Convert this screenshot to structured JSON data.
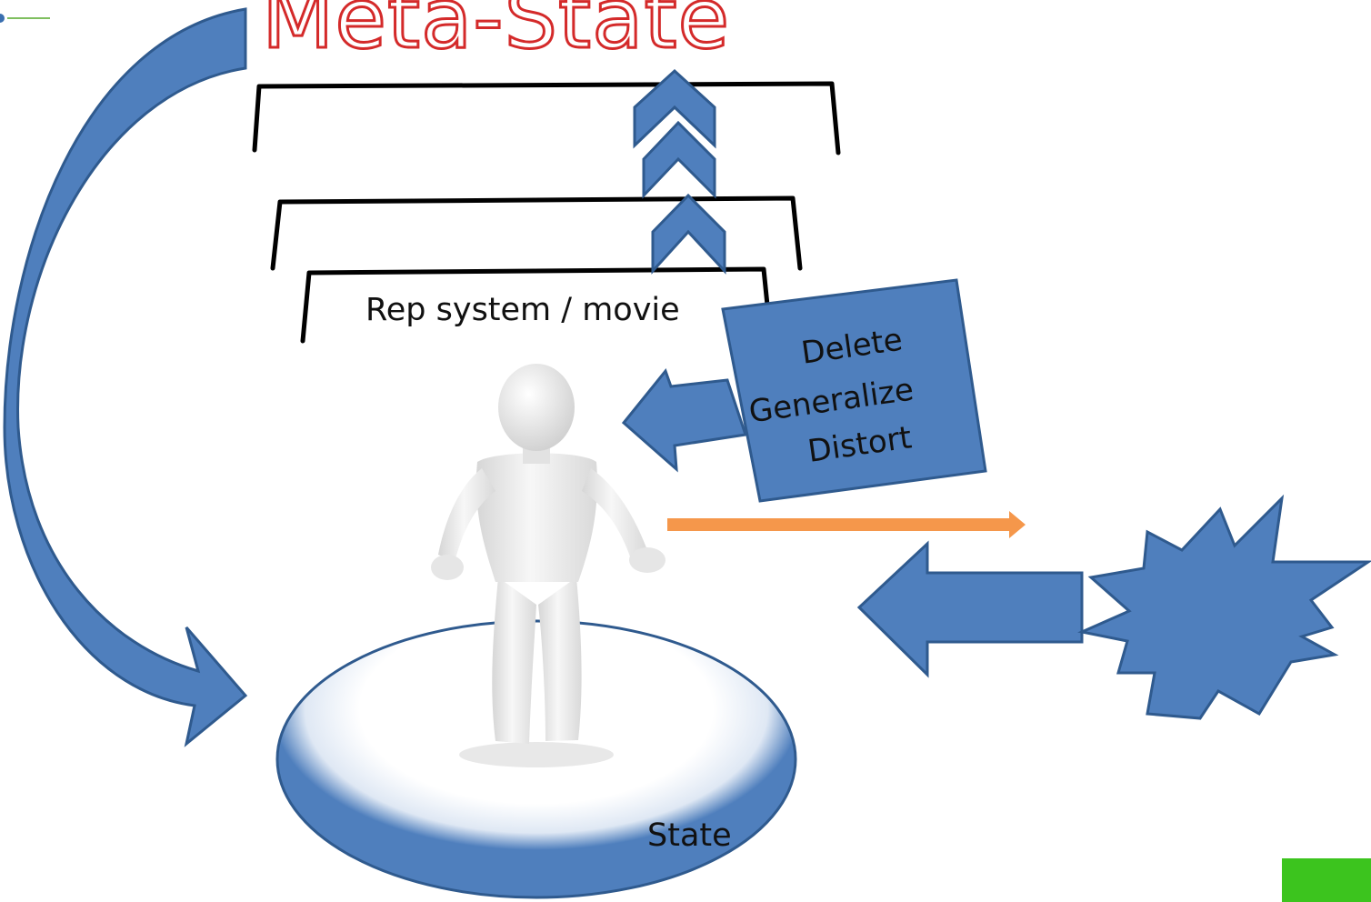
{
  "title": "Meta-State",
  "labels": {
    "rep_system": "Rep system / movie",
    "filters": [
      "Delete",
      "Generalize",
      "Distort"
    ],
    "state": "State"
  },
  "colors": {
    "shape_blue": "#4f7fbd",
    "shape_stroke": "#2f5a8e",
    "title_outline": "#d42a2a",
    "arrow_orange": "#f5974b",
    "corner_green": "#3cc41e"
  },
  "icons": [
    "person-figure-icon",
    "starburst-icon"
  ]
}
